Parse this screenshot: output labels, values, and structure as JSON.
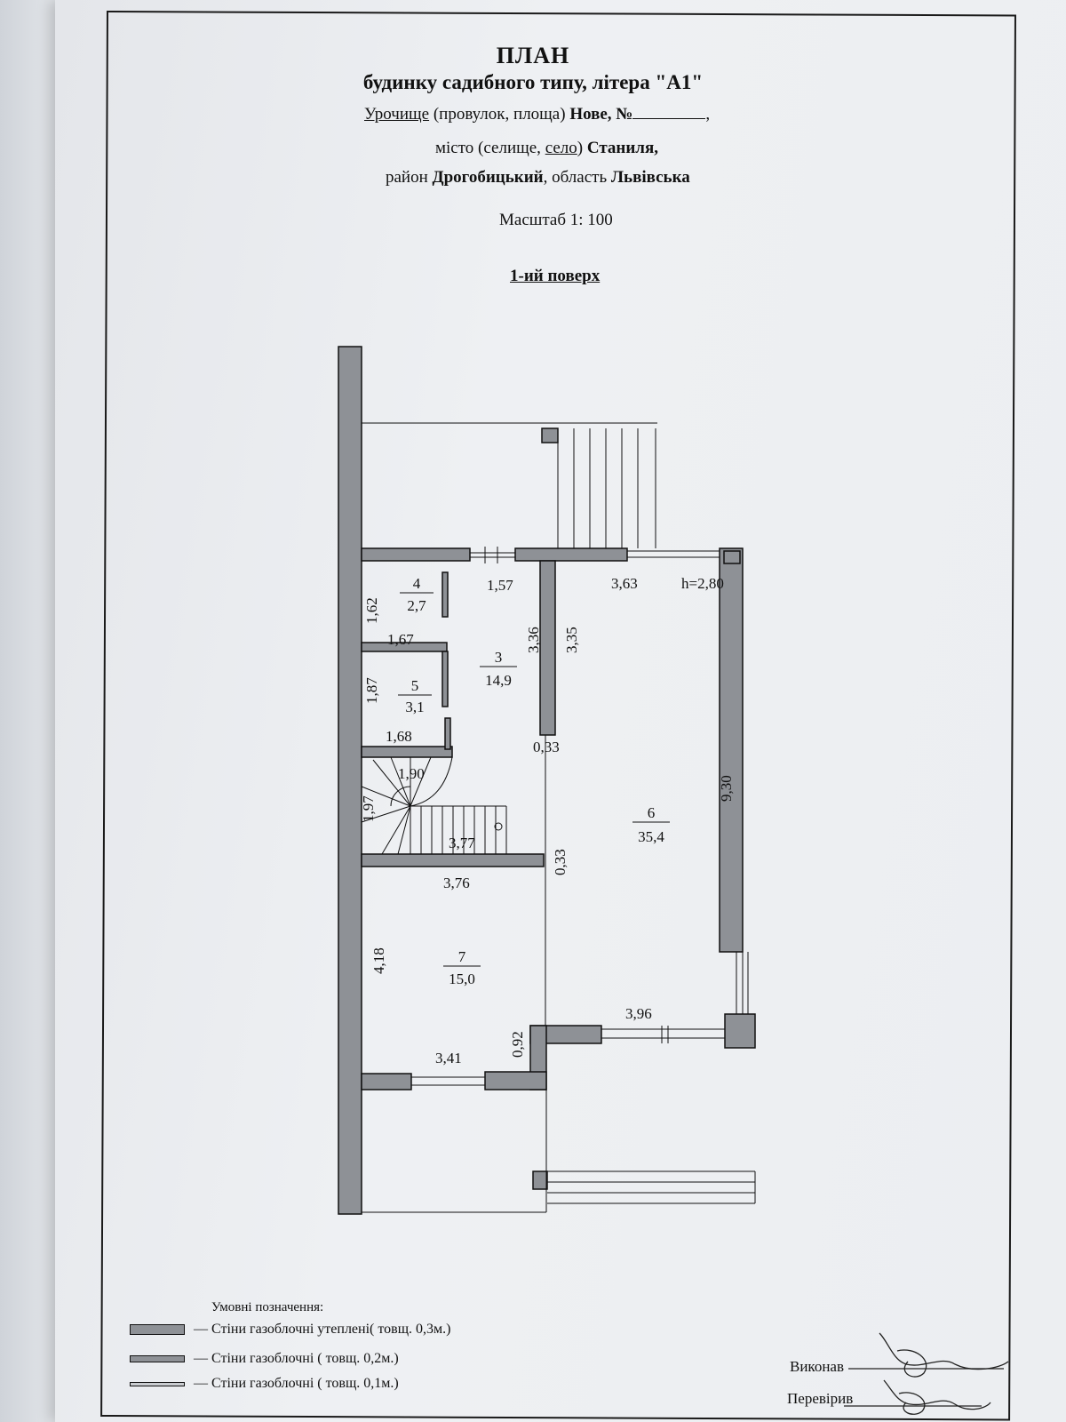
{
  "header": {
    "title": "ПЛАН",
    "subtitle": "будинку садибного типу, літера \"А1\"",
    "line1_a": "Урочище",
    "line1_b": "(провулок, площа)",
    "line1_c": "Нове, №",
    "line2_a": "місто (селище,",
    "line2_b": "село",
    "line2_c": ")",
    "line2_d": "Станиля,",
    "line3_a": "район",
    "line3_b": "Дрогобицький",
    "line3_c": ", область",
    "line3_d": "Львівська",
    "scale": "Масштаб 1: 100",
    "floor": "1-ий поверх"
  },
  "plan": {
    "dims": {
      "d157": "1,57",
      "d363": "3,63",
      "h": "h=2,80",
      "d162": "1,62",
      "d167": "1,67",
      "d187": "1,87",
      "d168": "1,68",
      "d336": "3,36",
      "d335": "3,35",
      "d033a": "0,33",
      "d190": "1,90",
      "d197": "1,97",
      "d377": "3,77",
      "d033b": "0,33",
      "d376": "3,76",
      "d930": "9,30",
      "d418": "4,18",
      "d396": "3,96",
      "d092": "0,92",
      "d341": "3,41"
    },
    "rooms": [
      {
        "num": "4",
        "area": "2,7"
      },
      {
        "num": "5",
        "area": "3,1"
      },
      {
        "num": "3",
        "area": "14,9"
      },
      {
        "num": "6",
        "area": "35,4"
      },
      {
        "num": "7",
        "area": "15,0"
      }
    ]
  },
  "legend": {
    "title": "Умовні позначення:",
    "items": [
      "— Стіни газоблочні утеплені( товщ. 0,3м.)",
      "— Стіни газоблочні ( товщ. 0,2м.)",
      "— Стіни газоблочні ( товщ. 0,1м.)"
    ]
  },
  "signatures": {
    "executed": "Виконав",
    "checked": "Перевірив"
  },
  "colors": {
    "wall_fill": "#8e9196",
    "ink": "#111111"
  }
}
